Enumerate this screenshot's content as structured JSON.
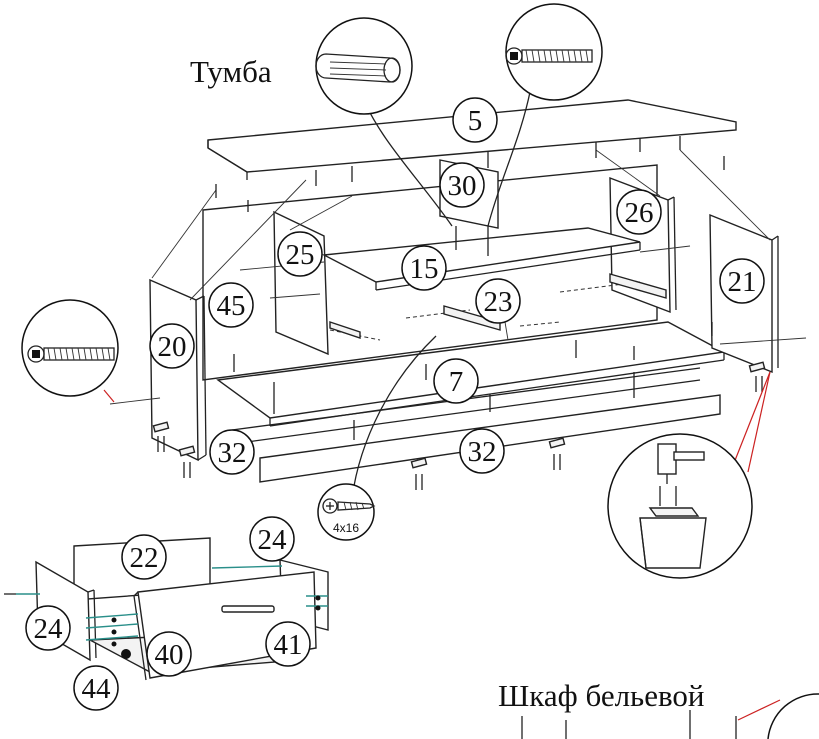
{
  "titles": {
    "tumba": "Тумба",
    "shkaf": "Шкаф бельевой"
  },
  "part_labels": {
    "p5": "5",
    "p30": "30",
    "p26": "26",
    "p15": "15",
    "p25": "25",
    "p21": "21",
    "p45": "45",
    "p23": "23",
    "p20": "20",
    "p7": "7",
    "p32_left": "32",
    "p32_bottom": "32",
    "p22": "22",
    "p24_top": "24",
    "p24_left": "24",
    "p40": "40",
    "p41": "41",
    "p44": "44"
  },
  "screw_spec": "4х16",
  "icons": [
    "dowel-icon",
    "euro-screw-icon",
    "tapping-screw-icon",
    "hammer-icon"
  ]
}
